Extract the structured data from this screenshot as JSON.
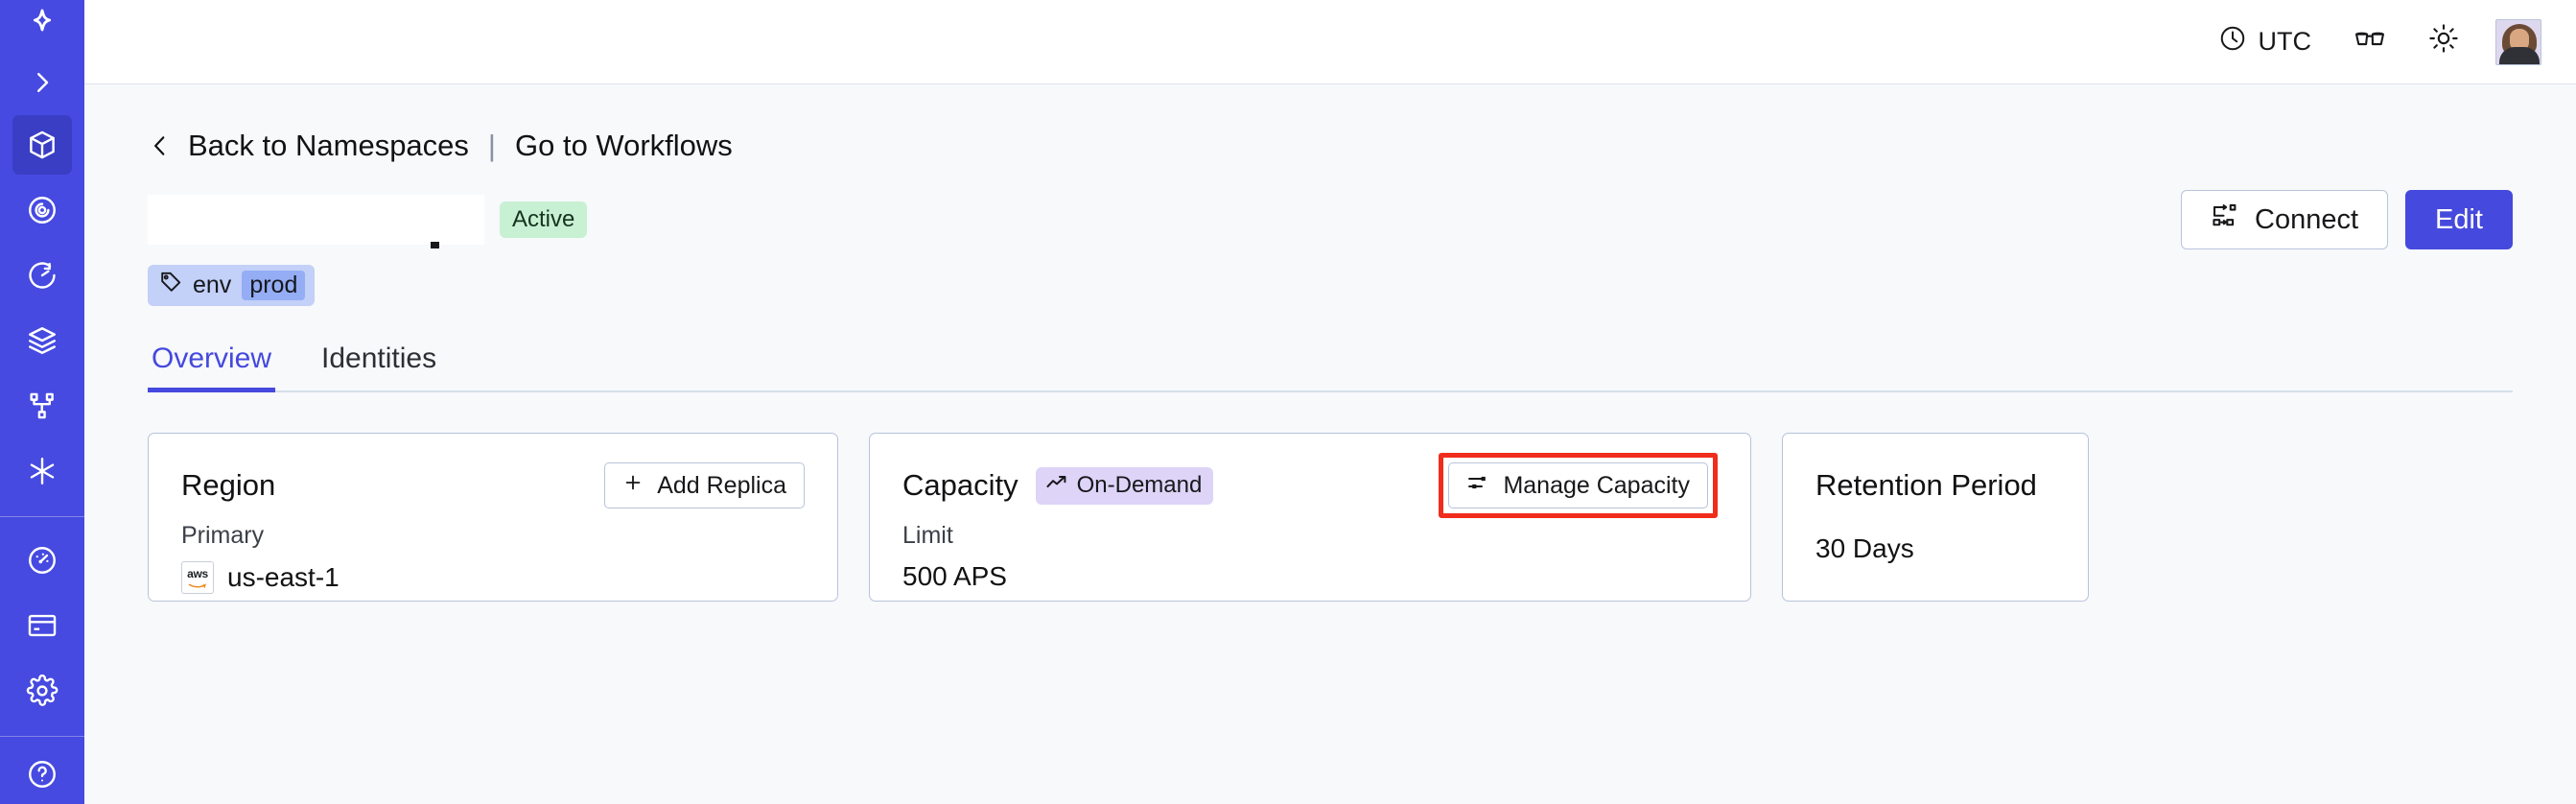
{
  "sidebar": {
    "logo_icon": "temporal-star-logo",
    "expand_icon": "chevron-right-icon",
    "items_top": [
      {
        "name": "namespaces",
        "icon": "cube-icon",
        "active": true
      },
      {
        "name": "observability",
        "icon": "target-eye-icon",
        "active": false
      },
      {
        "name": "schedules",
        "icon": "timer-icon",
        "active": false
      },
      {
        "name": "batch-operations",
        "icon": "layers-icon",
        "active": false
      },
      {
        "name": "workflows",
        "icon": "git-branch-icon",
        "active": false
      },
      {
        "name": "nexus",
        "icon": "asterisk-icon",
        "active": false
      }
    ],
    "items_bottom": [
      {
        "name": "usage",
        "icon": "gauge-icon",
        "active": false
      },
      {
        "name": "billing",
        "icon": "credit-card-icon",
        "active": false
      },
      {
        "name": "settings",
        "icon": "gear-icon",
        "active": false
      }
    ]
  },
  "topbar": {
    "timezone_label": "UTC",
    "clock_icon": "clock-icon",
    "glasses_icon": "glasses-icon",
    "theme_icon": "sun-icon",
    "avatar_name": "user-avatar"
  },
  "breadcrumb": {
    "back_icon": "chevron-left-icon",
    "back_label": "Back to Namespaces",
    "separator": "|",
    "forward_label": "Go to Workflows"
  },
  "header": {
    "title": "",
    "status_badge": "Active",
    "connect_label": "Connect",
    "connect_icon": "connect-flow-icon",
    "edit_label": "Edit",
    "tag": {
      "icon": "tag-icon",
      "key": "env",
      "value": "prod"
    }
  },
  "tabs": [
    {
      "label": "Overview",
      "active": true
    },
    {
      "label": "Identities",
      "active": false
    }
  ],
  "cards": {
    "region": {
      "title": "Region",
      "action_label": "Add Replica",
      "action_icon": "plus-icon",
      "label": "Primary",
      "provider_icon": "aws-logo",
      "value": "us-east-1"
    },
    "capacity": {
      "title": "Capacity",
      "badge_label": "On-Demand",
      "badge_icon": "trending-up-icon",
      "action_label": "Manage Capacity",
      "action_icon": "sliders-icon",
      "action_highlighted": true,
      "highlight_color": "#f02d1c",
      "label": "Limit",
      "value": "500 APS"
    },
    "retention": {
      "title": "Retention Period",
      "value": "30 Days"
    }
  },
  "colors": {
    "sidebar": "#464ae0",
    "accent": "#4549dd",
    "page_bg": "#f7f9fb",
    "card_border": "#b8c4da",
    "status_active_bg": "#c8f0d2",
    "badge_ondemand_bg": "#ddd4f7",
    "tag_bg": "#c3d0f7",
    "tag_value_bg": "#94adf4",
    "highlight": "#f02d1c"
  }
}
